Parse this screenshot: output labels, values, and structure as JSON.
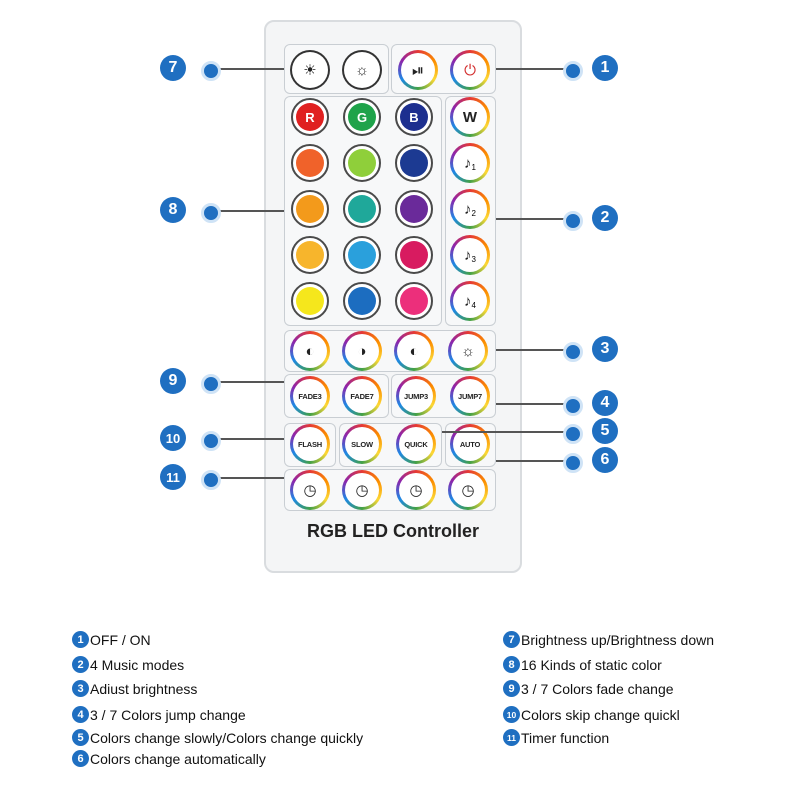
{
  "remote": {
    "title": "RGB LED Controller",
    "brightness_buttons": [
      {
        "name": "brightness-up-button",
        "icon": "bulb-bright-icon",
        "glyph": "☀"
      },
      {
        "name": "brightness-down-button",
        "icon": "bulb-dim-icon",
        "glyph": "☼"
      }
    ],
    "play_pause": {
      "icon": "play-pause-icon",
      "glyph": "⏯"
    },
    "power": {
      "icon": "power-icon",
      "glyph": "⏻"
    },
    "color_buttons": [
      {
        "label": "R",
        "color": "#e02020"
      },
      {
        "label": "G",
        "color": "#1fa34a"
      },
      {
        "label": "B",
        "color": "#1d2f8f"
      },
      {
        "label": "",
        "color": "#f0622a"
      },
      {
        "label": "",
        "color": "#8fcf3a"
      },
      {
        "label": "",
        "color": "#1c3a92"
      },
      {
        "label": "",
        "color": "#f39a1b"
      },
      {
        "label": "",
        "color": "#1fa89a"
      },
      {
        "label": "",
        "color": "#6a2a9a"
      },
      {
        "label": "",
        "color": "#f7b52c"
      },
      {
        "label": "",
        "color": "#2aa0dc"
      },
      {
        "label": "",
        "color": "#d81b60"
      },
      {
        "label": "",
        "color": "#f5e71c"
      },
      {
        "label": "",
        "color": "#1c6dc0"
      },
      {
        "label": "",
        "color": "#ec2f7b"
      }
    ],
    "white_button": {
      "label": "W"
    },
    "music_buttons": [
      {
        "icon": "music-note-icon",
        "glyph": "♪",
        "sub": "1"
      },
      {
        "icon": "music-note-icon",
        "glyph": "♪",
        "sub": "2"
      },
      {
        "icon": "music-note-icon",
        "glyph": "♪",
        "sub": "3"
      },
      {
        "icon": "music-note-icon",
        "glyph": "♪",
        "sub": "4"
      }
    ],
    "adjust_brightness_buttons": [
      {
        "icon": "brightness-level-icon",
        "glyph": "◐"
      },
      {
        "icon": "brightness-level-icon",
        "glyph": "◑"
      },
      {
        "icon": "brightness-level-icon",
        "glyph": "◐"
      },
      {
        "icon": "brightness-level-icon",
        "glyph": "☼"
      }
    ],
    "fade_buttons": [
      {
        "label": "FADE3"
      },
      {
        "label": "FADE7"
      }
    ],
    "jump_buttons": [
      {
        "label": "JUMP3"
      },
      {
        "label": "JUMP7"
      }
    ],
    "flash_button": {
      "label": "FLASH"
    },
    "speed_buttons": [
      {
        "label": "SLOW"
      },
      {
        "label": "QUICK"
      }
    ],
    "auto_button": {
      "label": "AUTO"
    },
    "timer_buttons": [
      {
        "icon": "timer-clock-icon",
        "glyph": "◷"
      },
      {
        "icon": "timer-clock-icon",
        "glyph": "◷"
      },
      {
        "icon": "timer-clock-icon",
        "glyph": "◷"
      },
      {
        "icon": "timer-clock-icon",
        "glyph": "◷"
      }
    ]
  },
  "callouts": [
    "7",
    "1",
    "8",
    "2",
    "3",
    "9",
    "4",
    "10",
    "5",
    "6",
    "11"
  ],
  "legend": [
    {
      "num": "1",
      "text": "OFF / ON"
    },
    {
      "num": "2",
      "text": "4 Music modes"
    },
    {
      "num": "3",
      "text": "Adiust brightness"
    },
    {
      "num": "4",
      "text": "3 / 7 Colors jump change"
    },
    {
      "num": "5",
      "text": "Colors change slowly/Colors change quickly"
    },
    {
      "num": "6",
      "text": "Colors change automatically"
    },
    {
      "num": "7",
      "text": "Brightness up/Brightness down"
    },
    {
      "num": "8",
      "text": "16 Kinds of static color"
    },
    {
      "num": "9",
      "text": "3 / 7 Colors fade change"
    },
    {
      "num": "10",
      "text": "Colors skip change quickl"
    },
    {
      "num": "11",
      "text": "Timer function"
    }
  ],
  "colors": {
    "accent": "#1f6fc1",
    "remote_body": "#f4f5f6"
  }
}
